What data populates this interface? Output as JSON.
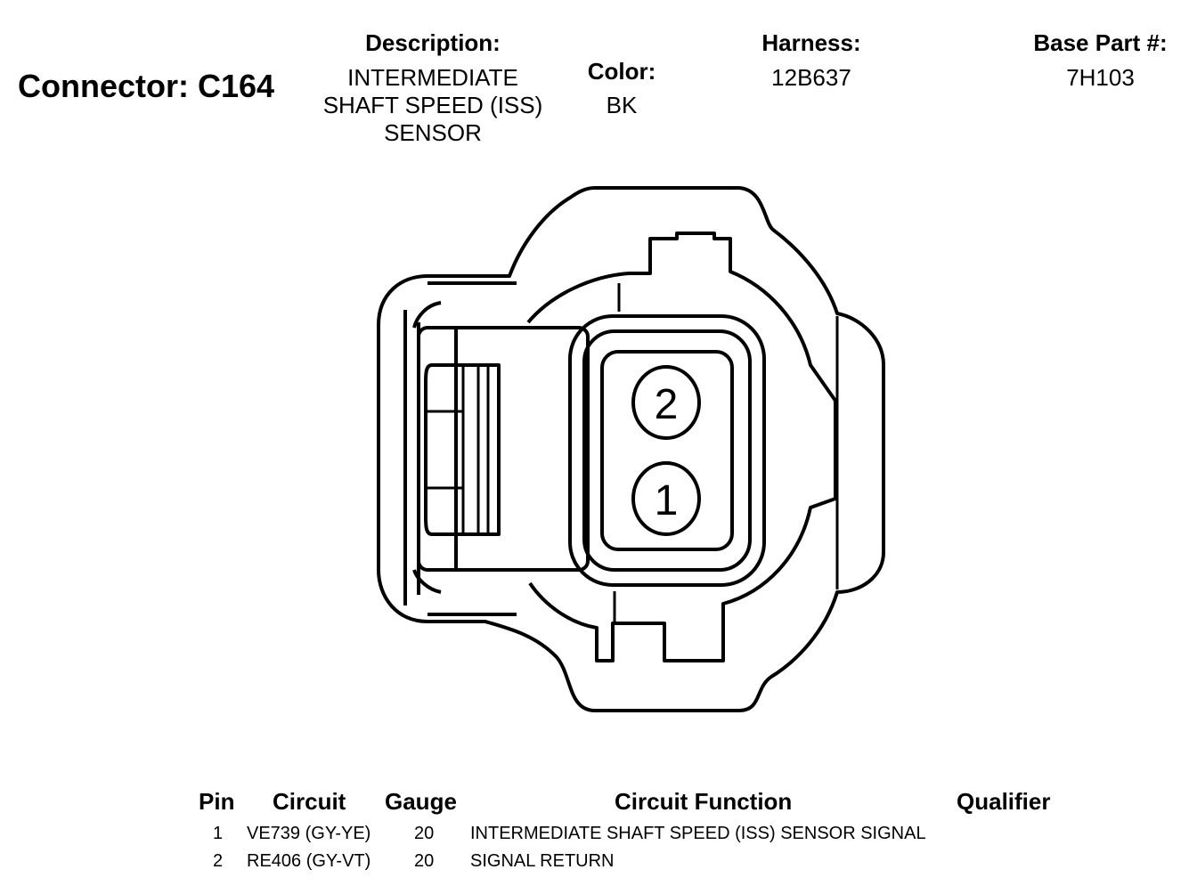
{
  "connector": {
    "title": "Connector: C164"
  },
  "description": {
    "label": "Description:",
    "lines": [
      "INTERMEDIATE",
      "SHAFT SPEED (ISS)",
      "SENSOR"
    ]
  },
  "color": {
    "label": "Color:",
    "value": "BK"
  },
  "harness": {
    "label": "Harness:",
    "value": "12B637"
  },
  "base_part": {
    "label": "Base Part #:",
    "value": "7H103"
  },
  "pins": {
    "top": "2",
    "bottom": "1"
  },
  "table": {
    "headers": {
      "pin": "Pin",
      "circuit": "Circuit",
      "gauge": "Gauge",
      "function": "Circuit Function",
      "qualifier": "Qualifier"
    },
    "rows": [
      {
        "pin": "1",
        "circuit": "VE739 (GY-YE)",
        "gauge": "20",
        "function": "INTERMEDIATE SHAFT SPEED (ISS) SENSOR SIGNAL",
        "qualifier": ""
      },
      {
        "pin": "2",
        "circuit": "RE406 (GY-VT)",
        "gauge": "20",
        "function": "SIGNAL RETURN",
        "qualifier": ""
      }
    ]
  }
}
